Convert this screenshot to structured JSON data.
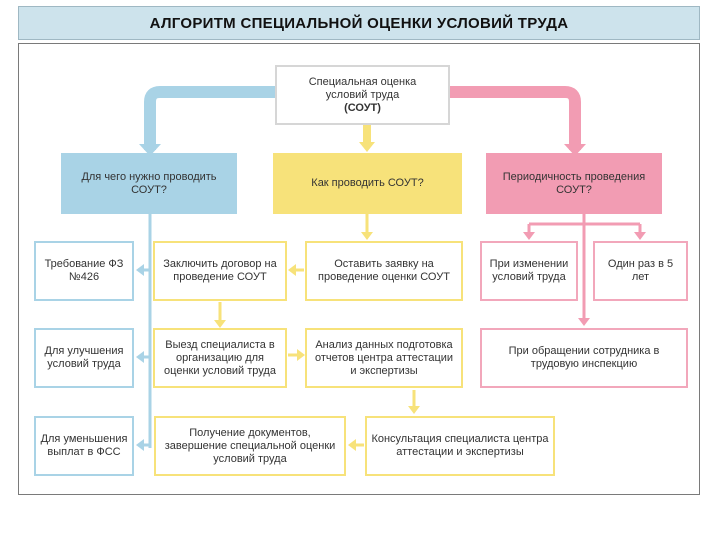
{
  "title": "АЛГОРИТМ СПЕЦИАЛЬНОЙ ОЦЕНКИ УСЛОВИЙ ТРУДА",
  "root": {
    "line1": "Специальная оценка",
    "line2": "условий труда",
    "line3": "(СОУТ)"
  },
  "headers": {
    "why": "Для чего нужно проводить СОУТ?",
    "how": "Как проводить СОУТ?",
    "period": "Периодичность проведения СОУТ?"
  },
  "why_items": [
    "Требование ФЗ №426",
    "Для улучшения условий труда",
    "Для уменьшения выплат в ФСС"
  ],
  "how_items": {
    "step1": "Оставить заявку на проведение оценки СОУТ",
    "step2": "Заключить договор на проведение СОУТ",
    "step3": "Выезд специалиста в организацию для оценки условий труда",
    "step4": "Анализ данных подготовка отчетов центра аттестации и экспертизы",
    "step5": "Консультация специалиста центра аттестации и экспертизы",
    "step6": "Получение документов, завершение специальной оценки условий труда"
  },
  "period_items": {
    "change": "При изменении условий труда",
    "once": "Один раз в 5 лет",
    "appeal": "При обращении сотрудника в трудовую инспекцию"
  },
  "colors": {
    "blue": "#a9d3e6",
    "yellow": "#f7e27a",
    "pink": "#f29cb3",
    "grey": "#d6d6d6"
  }
}
